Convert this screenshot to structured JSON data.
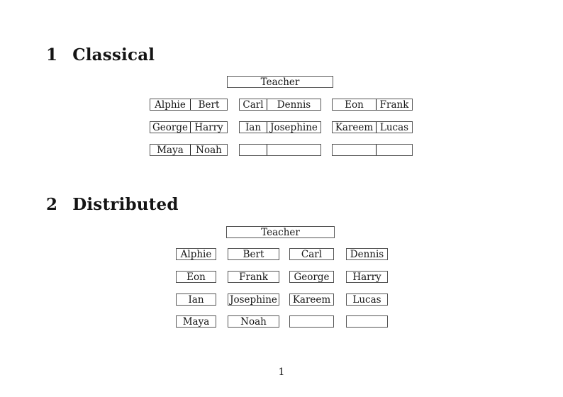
{
  "document": {
    "page_number": "1",
    "colors": {
      "background": "#ffffff",
      "box_border": "#555555",
      "desk_divider": "#161616",
      "text": "#141414"
    }
  },
  "sections": [
    {
      "number": "1",
      "title": "Classical",
      "teacher_label": "Teacher",
      "rows": [
        [
          [
            "Alphie",
            "Bert"
          ],
          [
            "Carl",
            "Dennis"
          ],
          [
            "Eon",
            "Frank"
          ]
        ],
        [
          [
            "George",
            "Harry"
          ],
          [
            "Ian",
            "Josephine"
          ],
          [
            "Kareem",
            "Lucas"
          ]
        ],
        [
          [
            "Maya",
            "Noah"
          ],
          [
            "",
            ""
          ],
          [
            "",
            ""
          ]
        ]
      ]
    },
    {
      "number": "2",
      "title": "Distributed",
      "teacher_label": "Teacher",
      "rows": [
        [
          "Alphie",
          "Bert",
          "Carl",
          "Dennis"
        ],
        [
          "Eon",
          "Frank",
          "George",
          "Harry"
        ],
        [
          "Ian",
          "Josephine",
          "Kareem",
          "Lucas"
        ],
        [
          "Maya",
          "Noah",
          "",
          ""
        ]
      ]
    }
  ]
}
